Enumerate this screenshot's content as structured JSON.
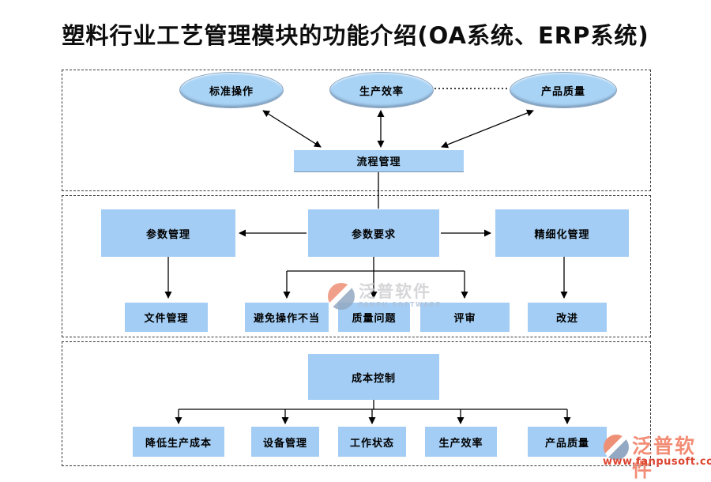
{
  "title": "塑料行业工艺管理模块的功能介绍(OA系统、ERP系统)",
  "colors": {
    "box_fill": "#A3CDF4",
    "ellipse_fill": "#A9D3F5",
    "line": "#000000",
    "watermark_coral": "#F28C74",
    "watermark_red": "#DC4530",
    "watermark_gray": "#CFD0D2",
    "watermark_steel": "#AEC0D8"
  },
  "section1": {
    "ellipses": [
      {
        "label": "标准操作"
      },
      {
        "label": "生产效率"
      },
      {
        "label": "产品质量"
      }
    ],
    "process_box": "流程管理"
  },
  "section2": {
    "row1": [
      "参数管理",
      "参数要求",
      "精细化管理"
    ],
    "row2": [
      "文件管理",
      "避免操作不当",
      "质量问题",
      "评审",
      "改进"
    ]
  },
  "section3": {
    "root": "成本控制",
    "children": [
      "降低生产成本",
      "设备管理",
      "工作状态",
      "生产效率",
      "产品质量"
    ]
  },
  "watermarks": {
    "center": {
      "name": "泛普软件",
      "sub": "FANPU SOFTWARE"
    },
    "bottom_right": {
      "name": "泛普软件",
      "url": "www.fanpusoft.com"
    }
  }
}
